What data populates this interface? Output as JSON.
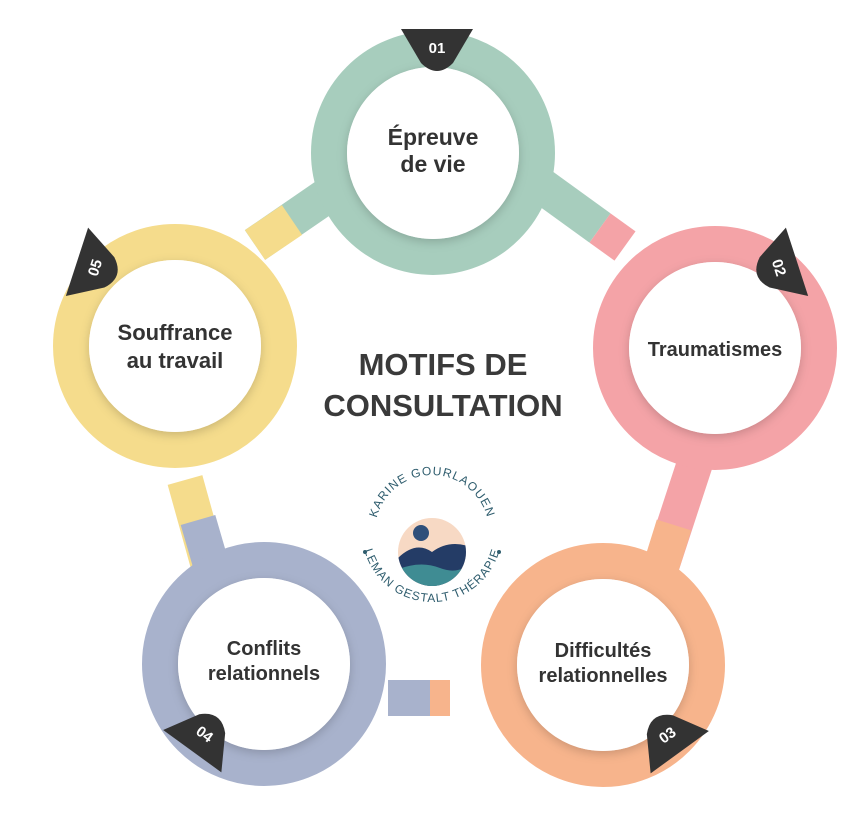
{
  "title": {
    "line1": "MOTIFS DE",
    "line2": "CONSULTATION"
  },
  "nodes": [
    {
      "number": "01",
      "line1": "Épreuve",
      "line2": "de vie",
      "color": "#a7cdbd"
    },
    {
      "number": "02",
      "line1": "Traumatismes",
      "line2": "",
      "color": "#f4a3a7"
    },
    {
      "number": "03",
      "line1": "Difficultés",
      "line2": "relationnelles",
      "color": "#f7b48c"
    },
    {
      "number": "04",
      "line1": "Conflits",
      "line2": "relationnels",
      "color": "#a8b2cc"
    },
    {
      "number": "05",
      "line1": "Souffrance",
      "line2": "au travail",
      "color": "#f5dc8c"
    }
  ],
  "logo": {
    "top_text": "KARINE GOURLAOUEN",
    "bottom_text": "LEMAN GESTALT THÉRAPIE"
  },
  "colors": {
    "badge": "#333333",
    "text": "#333333"
  }
}
